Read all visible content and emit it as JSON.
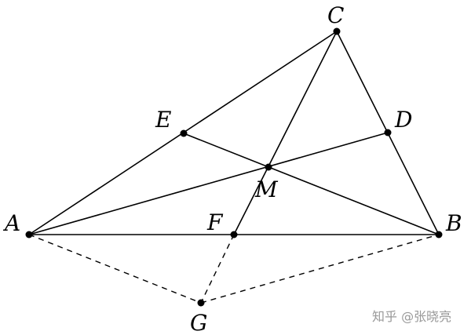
{
  "points": [
    {
      "id": "A",
      "label": "A"
    },
    {
      "id": "B",
      "label": "B"
    },
    {
      "id": "C",
      "label": "C"
    },
    {
      "id": "D",
      "label": "D"
    },
    {
      "id": "E",
      "label": "E"
    },
    {
      "id": "F",
      "label": "F"
    },
    {
      "id": "M",
      "label": "M"
    },
    {
      "id": "G",
      "label": "G"
    }
  ],
  "segments": [
    "AB",
    "BC",
    "CA",
    "AD",
    "BE",
    "CF"
  ],
  "dashed_segments": [
    "AG",
    "FG",
    "GB"
  ],
  "watermark": "知乎 @张晓亮"
}
